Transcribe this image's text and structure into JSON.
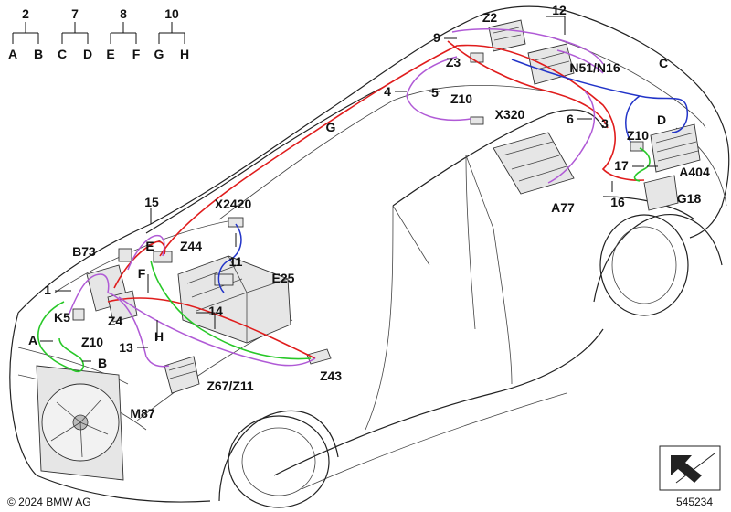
{
  "legend": [
    {
      "num": "2",
      "left": "A",
      "right": "B"
    },
    {
      "num": "7",
      "left": "C",
      "right": "D"
    },
    {
      "num": "8",
      "left": "E",
      "right": "F"
    },
    {
      "num": "10",
      "left": "G",
      "right": "H"
    }
  ],
  "labels": {
    "z2": "Z2",
    "n12": "12",
    "n9": "9",
    "z3": "Z3",
    "n51n16": "N51/N16",
    "c": "C",
    "n4": "4",
    "n5": "5",
    "z10_top": "Z10",
    "x320": "X320",
    "g": "G",
    "n6": "6",
    "n3": "3",
    "d": "D",
    "z10_right": "Z10",
    "n17": "17",
    "a404": "A404",
    "a77": "A77",
    "n16": "16",
    "g18": "G18",
    "n15": "15",
    "x2420": "X2420",
    "e": "E",
    "z44": "Z44",
    "b73": "B73",
    "n11": "11",
    "f": "F",
    "e25": "E25",
    "n1": "1",
    "k5": "K5",
    "z4": "Z4",
    "n14": "14",
    "a": "A",
    "z10_left": "Z10",
    "h": "H",
    "n13": "13",
    "b": "B",
    "z67z11": "Z67/Z11",
    "z43": "Z43",
    "m87": "M87"
  },
  "footer": {
    "copyright": "© 2024 BMW AG",
    "doc_number": "545234"
  },
  "colors": {
    "red": "#e01c1c",
    "purple": "#b05ad6",
    "blue": "#2234c8",
    "green": "#28c828",
    "outline": "#222222"
  }
}
